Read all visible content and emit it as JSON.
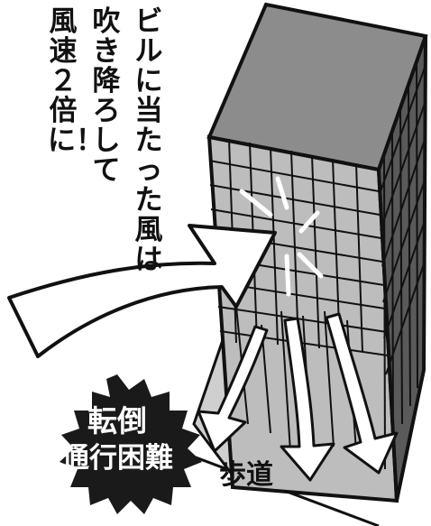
{
  "headline": {
    "column1": "ビルに当たった風は",
    "column2": "吹き降ろして",
    "column3": "風速２倍に！"
  },
  "badge": {
    "line1": "転倒",
    "line2": "通行困難",
    "color": "#1a1a1a"
  },
  "sidewalk_label": "歩道",
  "colors": {
    "building_front": "#bdbdbd",
    "building_top": "#8c8c8c",
    "building_side": "#5a5a5a",
    "ground": "#cfcfcf",
    "outline": "#111111"
  }
}
